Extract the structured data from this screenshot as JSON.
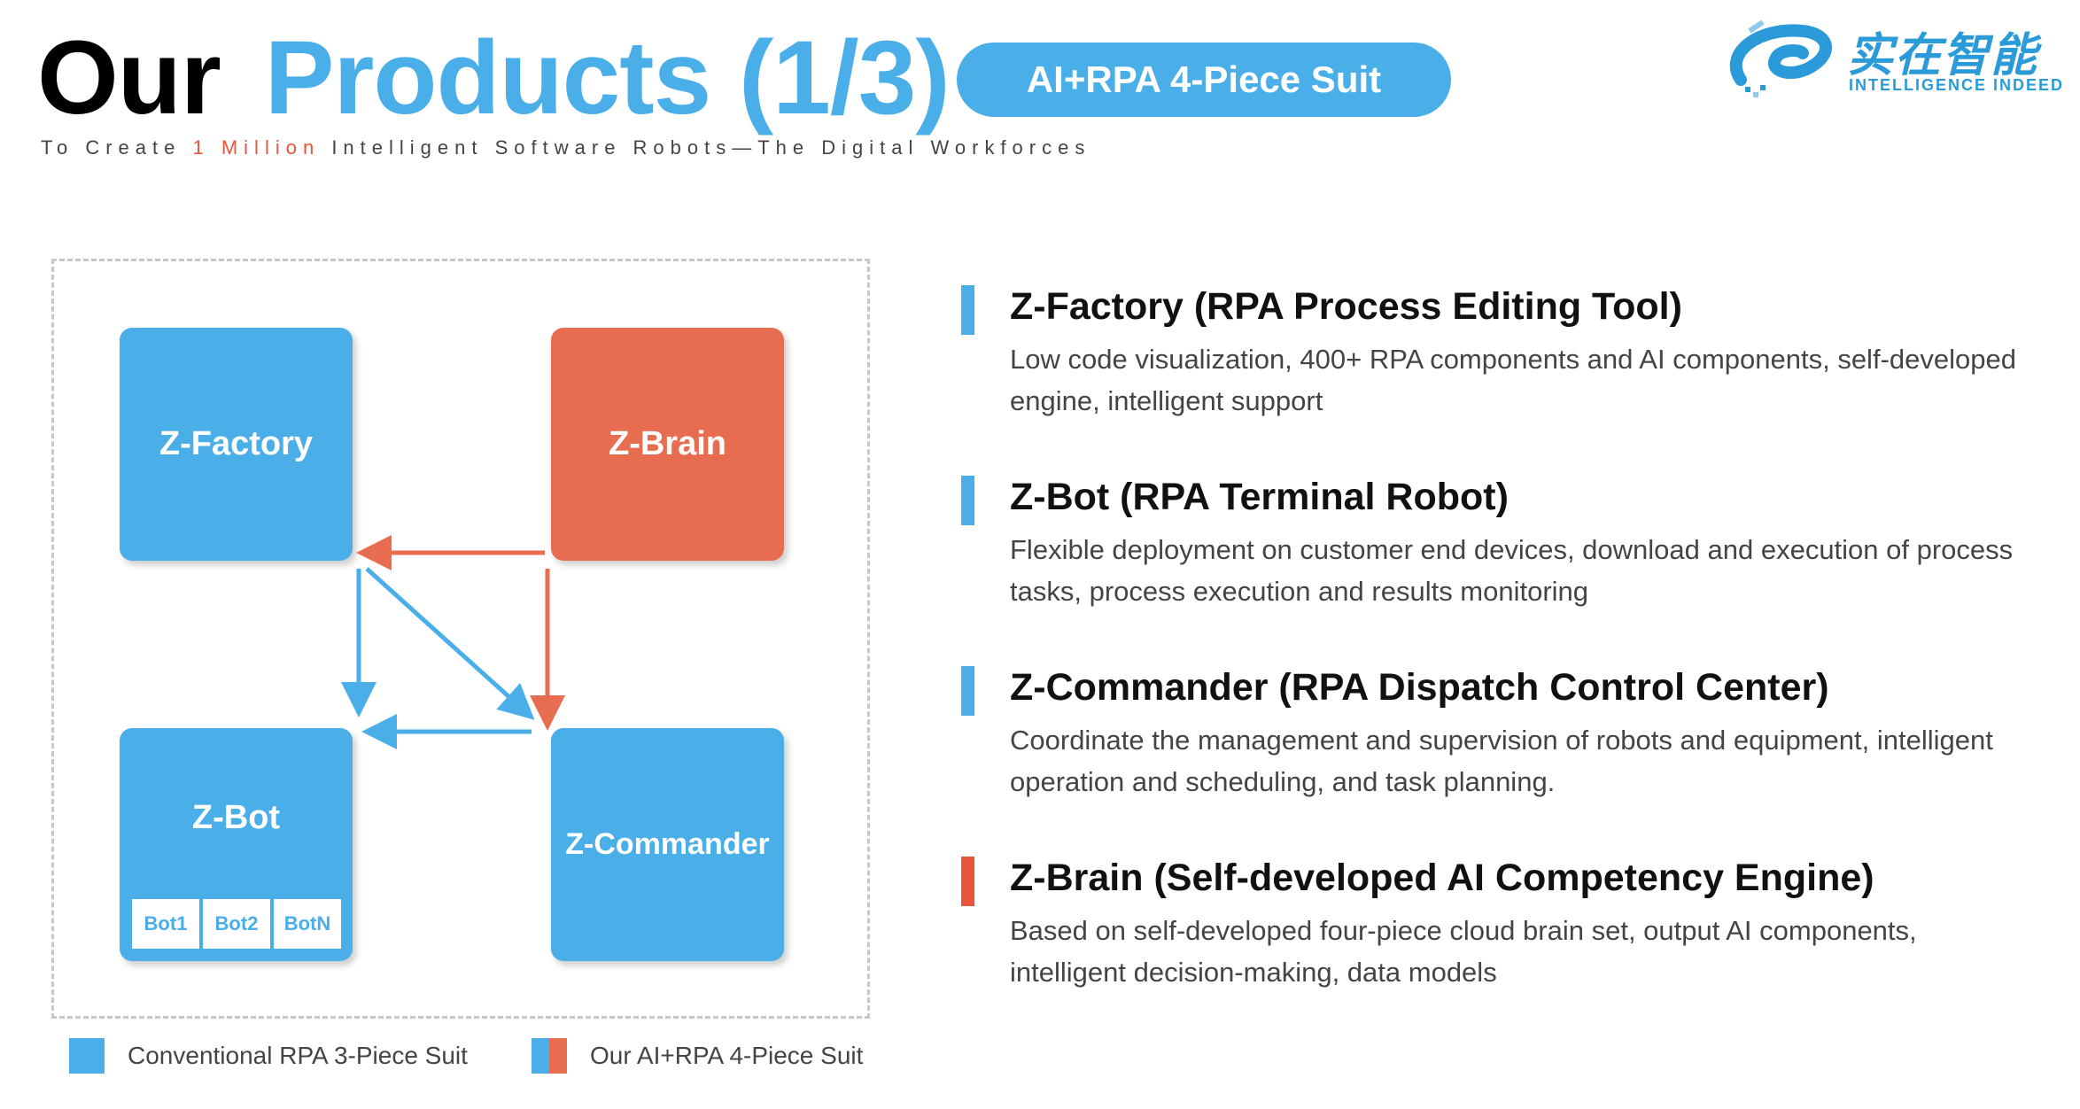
{
  "header": {
    "title_word1": "Our",
    "title_word2": "Products (1/3)",
    "pill": "AI+RPA 4-Piece Suit",
    "subtitle_pre": "To Create ",
    "subtitle_highlight": "1 Million",
    "subtitle_post": " Intelligent Software Robots—The Digital Workforces"
  },
  "logo": {
    "cn": "实在智能",
    "en": "INTELLIGENCE INDEED"
  },
  "diagram": {
    "nodes": {
      "factory": "Z-Factory",
      "brain": "Z-Brain",
      "bot": "Z-Bot",
      "commander": "Z-Commander"
    },
    "bots": [
      "Bot1",
      "Bot2",
      "BotN"
    ]
  },
  "legend": {
    "conventional": "Conventional RPA 3-Piece Suit",
    "ours": "Our AI+RPA 4-Piece Suit"
  },
  "colors": {
    "blue": "#4aafe8",
    "red": "#e86c4f"
  },
  "products": [
    {
      "title": "Z-Factory  (RPA Process Editing Tool)",
      "desc": "Low code visualization, 400+ RPA components and AI components, self-developed engine, intelligent support",
      "color": "#4aafe8"
    },
    {
      "title": "Z-Bot  (RPA Terminal Robot)",
      "desc": "Flexible deployment on customer end devices, download and execution of process tasks, process execution and results monitoring",
      "color": "#4aafe8"
    },
    {
      "title": "Z-Commander  (RPA Dispatch Control Center)",
      "desc": "Coordinate the management and supervision of robots and equipment, intelligent operation and scheduling, and task planning.",
      "color": "#4aafe8"
    },
    {
      "title": "Z-Brain  (Self-developed AI Competency Engine)",
      "desc": "Based on self-developed four-piece cloud brain set, output AI components, intelligent decision-making, data models",
      "color": "#e8553a"
    }
  ]
}
